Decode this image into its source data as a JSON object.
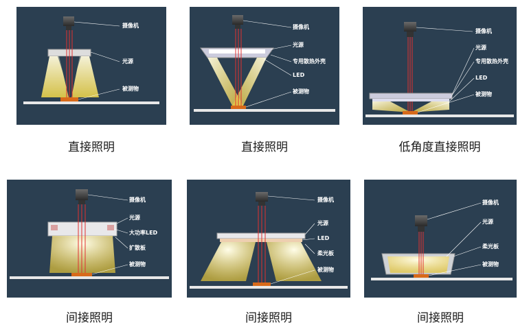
{
  "panels": [
    {
      "caption": "直接照明",
      "labels": [
        "摄像机",
        "光源",
        "被测物"
      ]
    },
    {
      "caption": "直接照明",
      "labels": [
        "摄像机",
        "光源",
        "专用散热外壳",
        "LED",
        "被测物"
      ]
    },
    {
      "caption": "低角度直接照明",
      "labels": [
        "摄像机",
        "光源",
        "专用散热外壳",
        "LED",
        "被测物"
      ]
    },
    {
      "caption": "间接照明",
      "labels": [
        "摄像机",
        "光源",
        "大功率LED",
        "扩散板",
        "被测物"
      ]
    },
    {
      "caption": "间接照明",
      "labels": [
        "摄像机",
        "光源",
        "LED",
        "柔光板",
        "被测物"
      ]
    },
    {
      "caption": "间接照明",
      "labels": [
        "摄像机",
        "光源",
        "柔光板",
        "被测物"
      ]
    }
  ]
}
